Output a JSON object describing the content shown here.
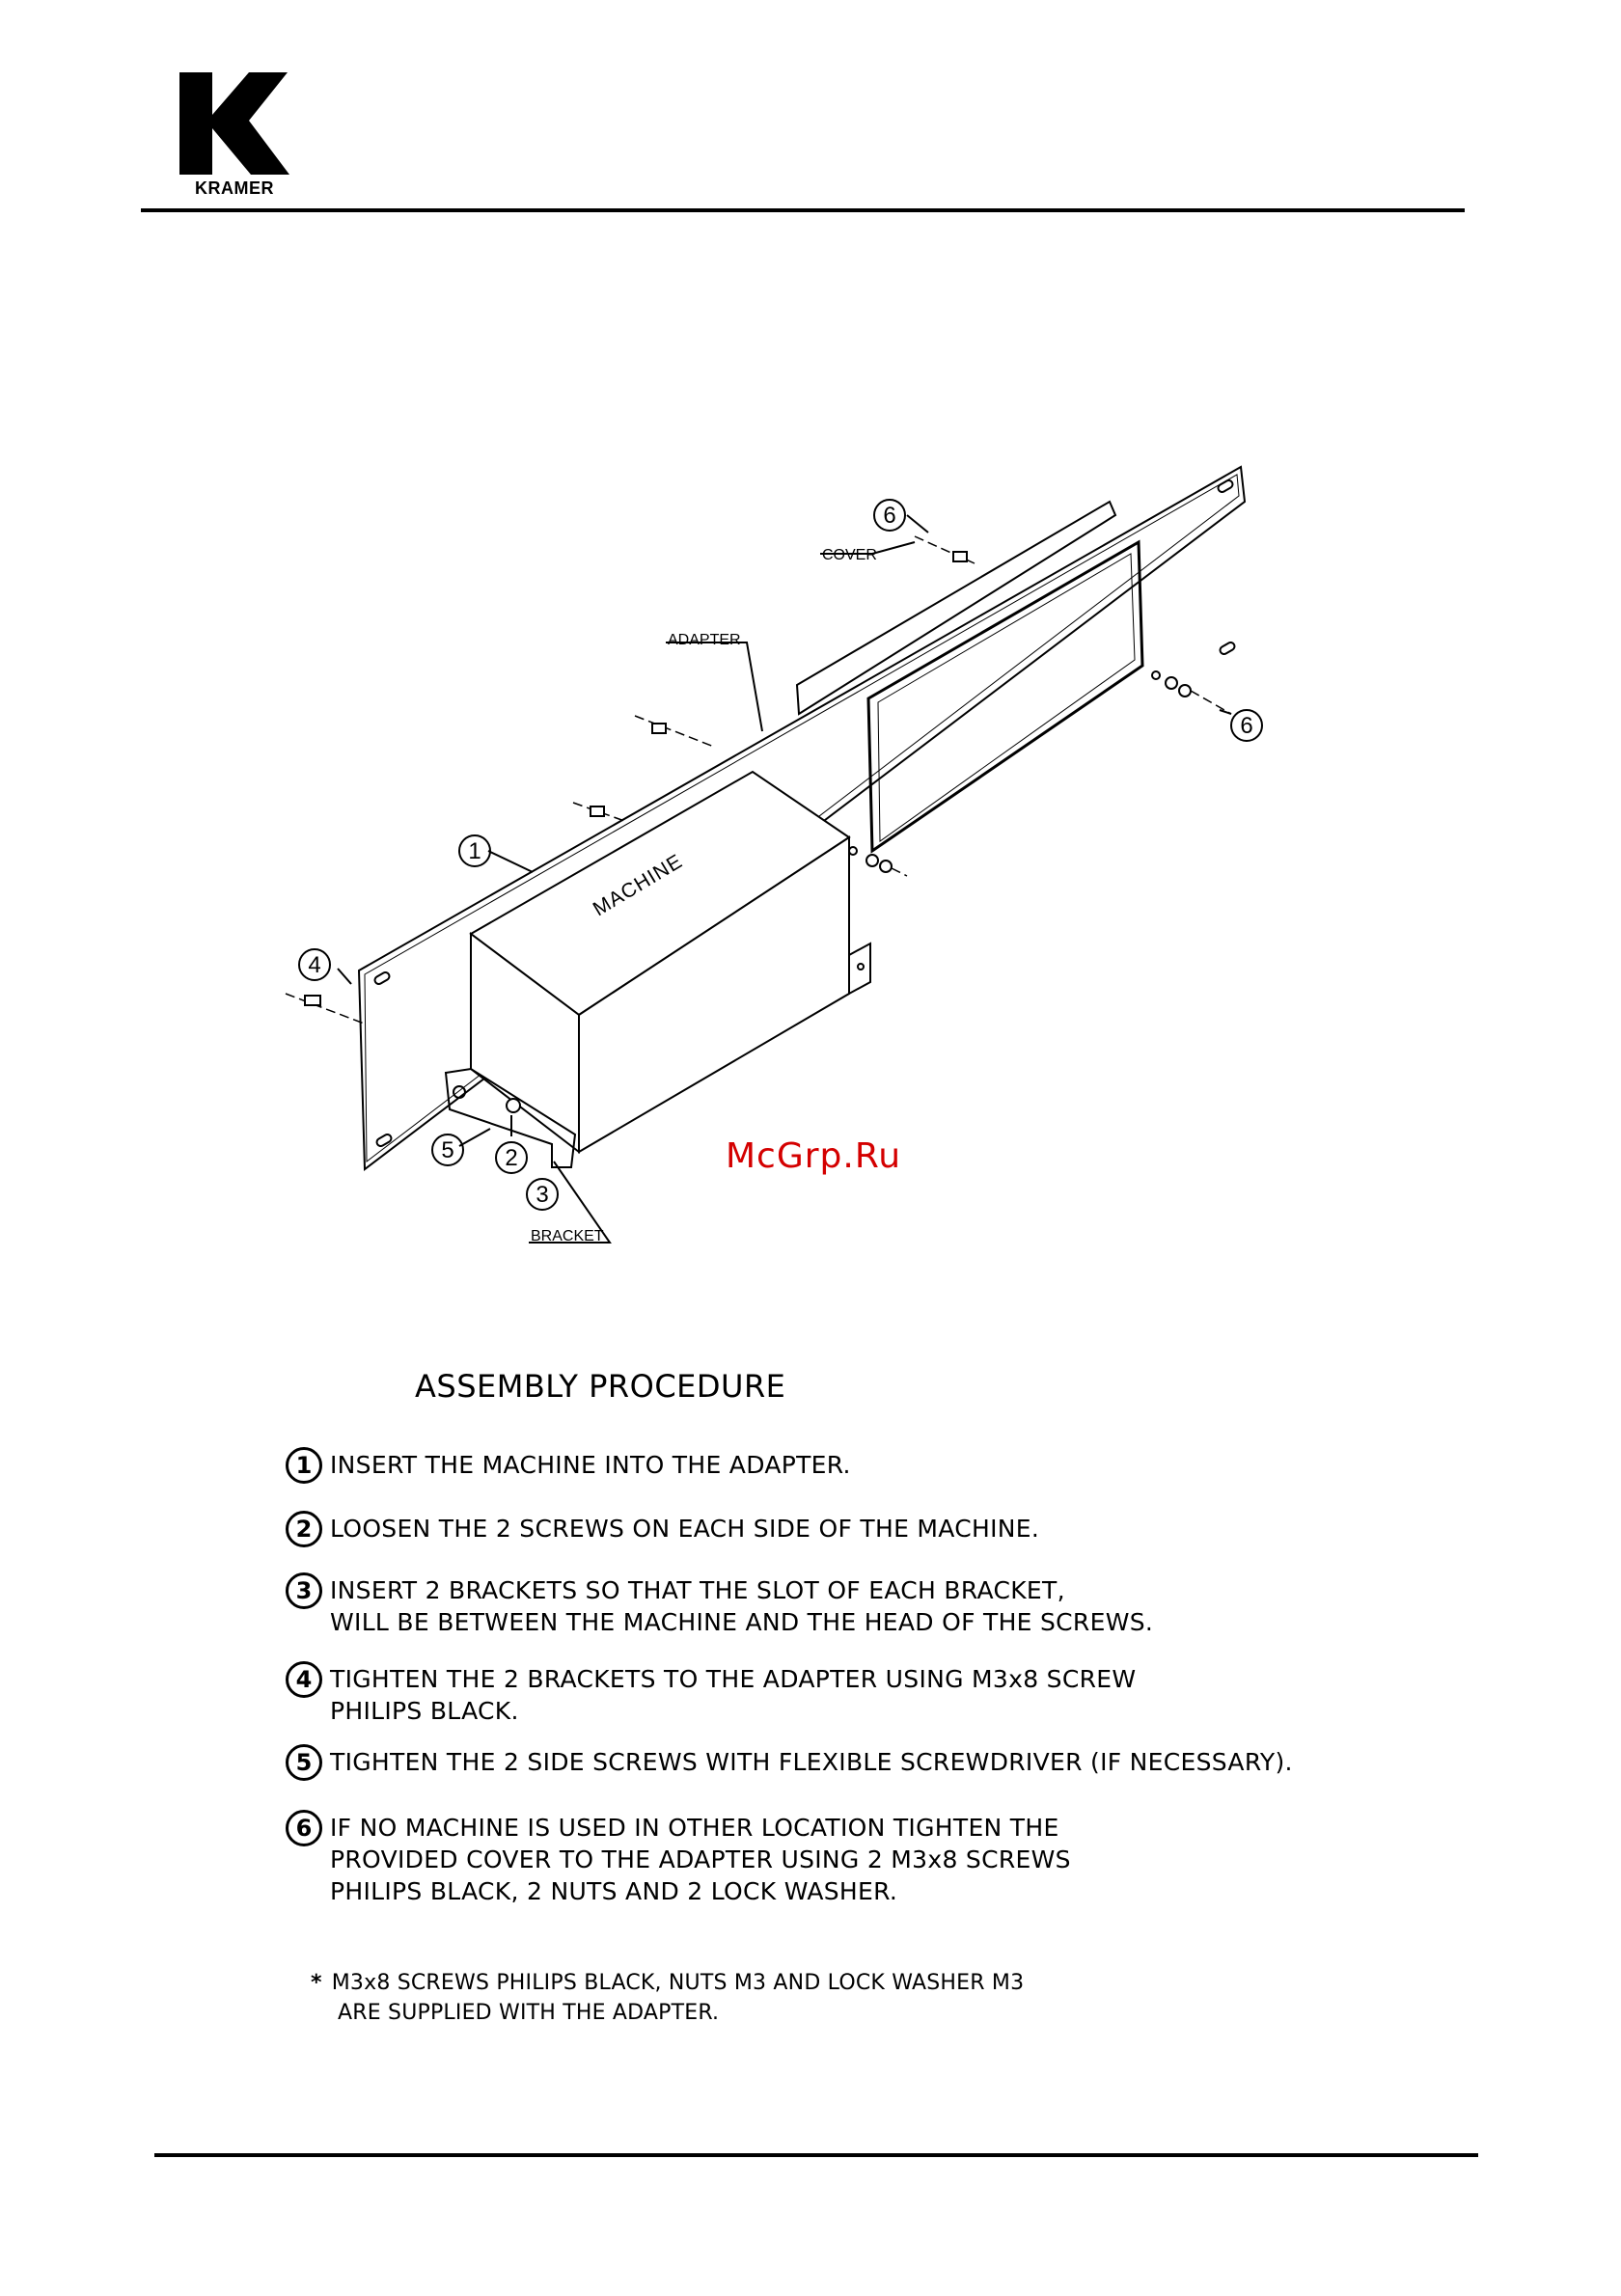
{
  "header": {
    "logo_text": "KRAMER"
  },
  "drawing": {
    "labels": {
      "cover": "COVER",
      "adapter": "ADAPTER",
      "machine": "MACHINE",
      "bracket": "BRACKET"
    },
    "callouts": [
      "1",
      "2",
      "3",
      "4",
      "5",
      "6"
    ]
  },
  "watermark": "McGrp.Ru",
  "procedure": {
    "title": "ASSEMBLY  PROCEDURE",
    "steps": [
      {
        "num": "1",
        "text": "INSERT  THE  MACHINE  INTO  THE  ADAPTER."
      },
      {
        "num": "2",
        "text": "LOOSEN  THE  2  SCREWS  ON  EACH  SIDE  OF  THE  MACHINE."
      },
      {
        "num": "3",
        "text": "INSERT  2  BRACKETS  SO  THAT  THE  SLOT  OF  EACH  BRACKET,\nWILL  BE  BETWEEN  THE  MACHINE  AND  THE  HEAD  OF  THE  SCREWS."
      },
      {
        "num": "4",
        "text": "TIGHTEN  THE  2  BRACKETS  TO  THE  ADAPTER  USING  M3x8  SCREW\nPHILIPS  BLACK."
      },
      {
        "num": "5",
        "text": "TIGHTEN  THE  2  SIDE  SCREWS  WITH  FLEXIBLE  SCREWDRIVER  (IF  NECESSARY)."
      },
      {
        "num": "6",
        "text": "IF  NO  MACHINE  IS  USED  IN  OTHER  LOCATION  TIGHTEN  THE\nPROVIDED  COVER  TO  THE  ADAPTER  USING  2  M3x8  SCREWS\nPHILIPS  BLACK,  2  NUTS  AND  2  LOCK  WASHER."
      }
    ],
    "footnote_star": "*",
    "footnote_line1": "M3x8  SCREWS  PHILIPS  BLACK,  NUTS  M3  AND  LOCK  WASHER  M3",
    "footnote_line2": "ARE  SUPPLIED  WITH  THE  ADAPTER."
  }
}
